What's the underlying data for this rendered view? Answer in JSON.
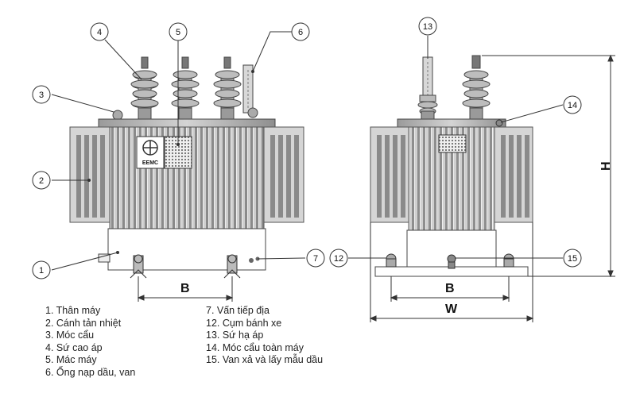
{
  "callouts": [
    "1",
    "2",
    "3",
    "4",
    "5",
    "6",
    "7",
    "12",
    "13",
    "14",
    "15"
  ],
  "logo_text": "EEMC",
  "dimensions": {
    "b_front": "B",
    "b_side": "B",
    "w": "W",
    "h": "H"
  },
  "legend_left": [
    "1. Thân máy",
    "2. Cánh tản nhiệt",
    "3. Móc cẩu",
    "4. Sứ cao áp",
    "5. Mác máy",
    "6. Ống nạp dầu, van"
  ],
  "legend_right": [
    "7. Vấn tiếp địa",
    "12. Cụm bánh xe",
    "13. Sứ hạ áp",
    "14. Móc cẩu toàn máy",
    "15. Van xả và lấy mẫu dầu"
  ]
}
